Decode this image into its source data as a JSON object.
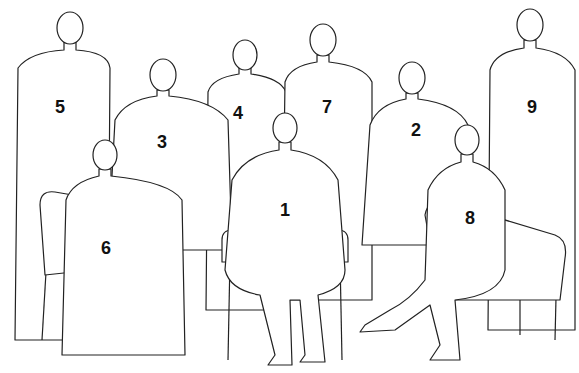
{
  "diagram": {
    "labels": [
      "5",
      "4",
      "7",
      "9",
      "3",
      "2",
      "1",
      "8",
      "6"
    ]
  }
}
